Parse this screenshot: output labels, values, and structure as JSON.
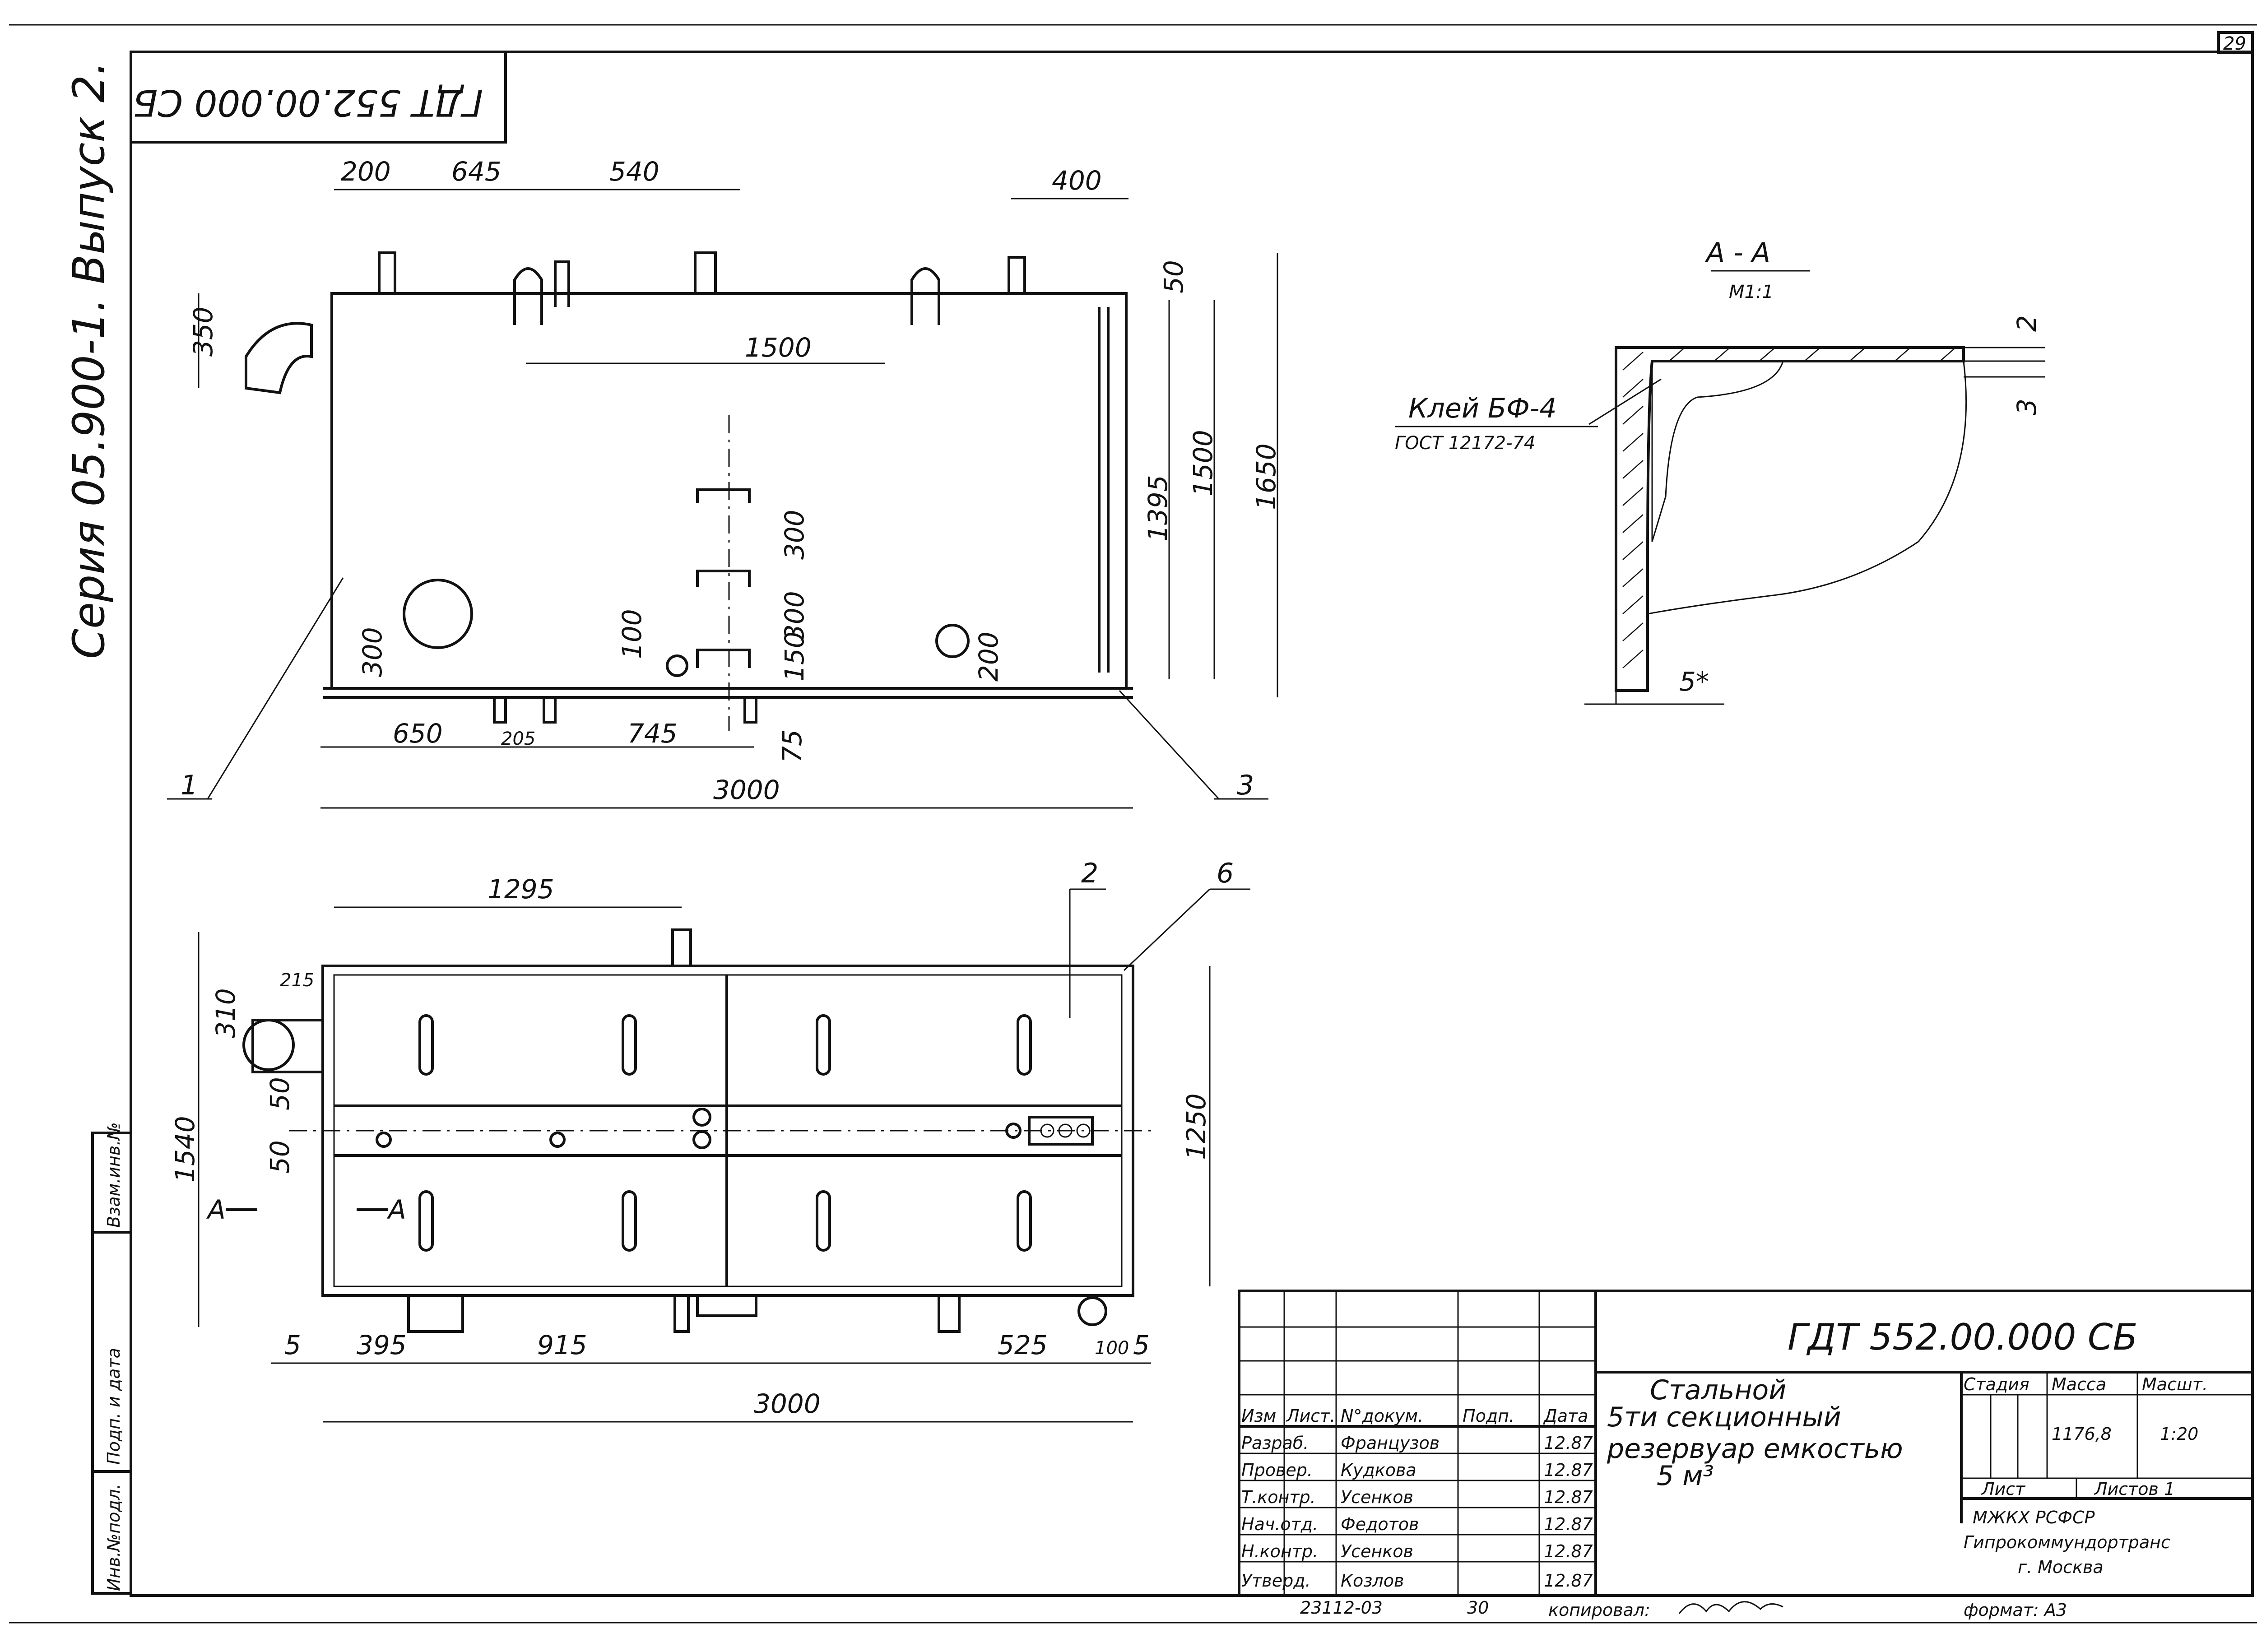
{
  "corner_sheet_no": "29",
  "stamp_top": "ГДТ 552.00.000 СБ",
  "series_note": "Серия 05.900-1. Выпуск 2.",
  "left_strip": [
    "Инв.№подл.",
    "Подп. и дата",
    "Взам.инв.№"
  ],
  "front_view": {
    "dims_top": [
      "200",
      "645",
      "540",
      "400",
      "1500"
    ],
    "dims_right": [
      "50",
      "1395",
      "1500",
      "1650"
    ],
    "dims_inner": [
      "300",
      "300",
      "150",
      "100",
      "200",
      "350",
      "300"
    ],
    "dims_bottom": [
      "650",
      "205",
      "745",
      "75",
      "3000"
    ],
    "callouts": [
      "1",
      "3"
    ]
  },
  "plan_view": {
    "dims_top": [
      "1295"
    ],
    "dims_left": [
      "310",
      "215",
      "1540",
      "50",
      "50"
    ],
    "dims_right": [
      "1250"
    ],
    "dims_bottom": [
      "5",
      "395",
      "915",
      "525",
      "100",
      "5",
      "3000"
    ],
    "callouts": [
      "2",
      "6"
    ],
    "section_marks": [
      "А",
      "А"
    ]
  },
  "section": {
    "title": "А - А",
    "scale": "М1:1",
    "glue": "Клей БФ-4",
    "glue_std": "ГОСТ 12172-74",
    "dims": [
      "2",
      "3",
      "5*"
    ]
  },
  "title_block": {
    "doc_code": "ГДТ 552.00.000 СБ",
    "name_lines": [
      "Стальной",
      "5ти секционный",
      "резервуар емкостью",
      "5 м³"
    ],
    "headers": {
      "change": "Изм",
      "sheet": "Лист.",
      "docno": "N°докум.",
      "sign": "Подп.",
      "date": "Дата"
    },
    "roles": [
      {
        "role": "Разраб.",
        "name": "Французов",
        "date": "12.87"
      },
      {
        "role": "Провер.",
        "name": "Кудкова",
        "date": "12.87"
      },
      {
        "role": "Т.контр.",
        "name": "Усенков",
        "date": "12.87"
      },
      {
        "role": "Нач.отд.",
        "name": "Федотов",
        "date": "12.87"
      },
      {
        "role": "Н.контр.",
        "name": "Усенков",
        "date": "12.87"
      },
      {
        "role": "Утверд.",
        "name": "Козлов",
        "date": "12.87"
      }
    ],
    "stage_label": "Стадия",
    "mass_label": "Масса",
    "scale_label": "Масшт.",
    "mass": "1176,8",
    "scale": "1:20",
    "sheet_label": "Лист",
    "sheets_label": "Листов 1",
    "org_lines": [
      "МЖКХ      РСФСР",
      "Гипрокоммундортранс",
      "г. Москва"
    ]
  },
  "footer": {
    "number": "23112-03",
    "page": "30",
    "copied": "копировал:",
    "format": "формат: А3"
  }
}
